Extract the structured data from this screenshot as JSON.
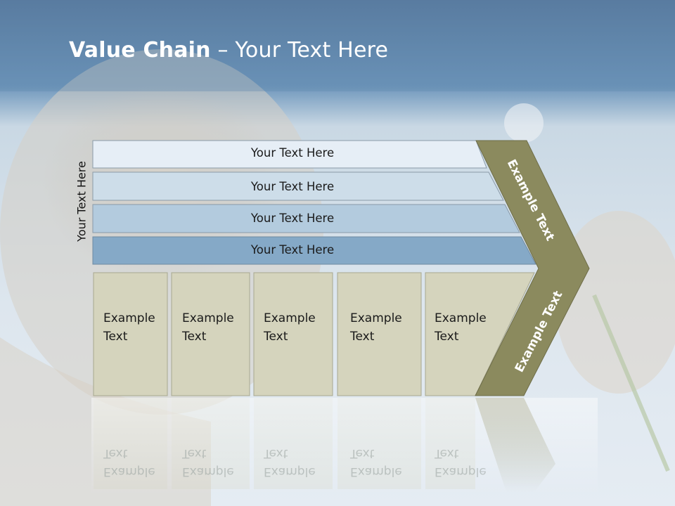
{
  "slide": {
    "title_bold": "Value Chain",
    "title_rest": " – Your Text Here",
    "side_label": "Your Text Here"
  },
  "bars": [
    {
      "label": "Your Text Here"
    },
    {
      "label": "Your Text Here"
    },
    {
      "label": "Your Text Here"
    },
    {
      "label": "Your Text Here"
    }
  ],
  "cells": [
    {
      "line1": "Example",
      "line2": "Text"
    },
    {
      "line1": "Example",
      "line2": "Text"
    },
    {
      "line1": "Example",
      "line2": "Text"
    },
    {
      "line1": "Example",
      "line2": "Text"
    },
    {
      "line1": "Example",
      "line2": "Text"
    }
  ],
  "chevron": {
    "upper_text": "Example Text",
    "lower_text": "Example Text"
  },
  "colors": {
    "header_blue": "#5f88ab",
    "bar_colors": [
      "#e6eef6",
      "#cddde9",
      "#b3cbde",
      "#85a9c7"
    ],
    "cell_fill": "#d5d4bd",
    "chevron_fill": "#8b8a5e"
  }
}
